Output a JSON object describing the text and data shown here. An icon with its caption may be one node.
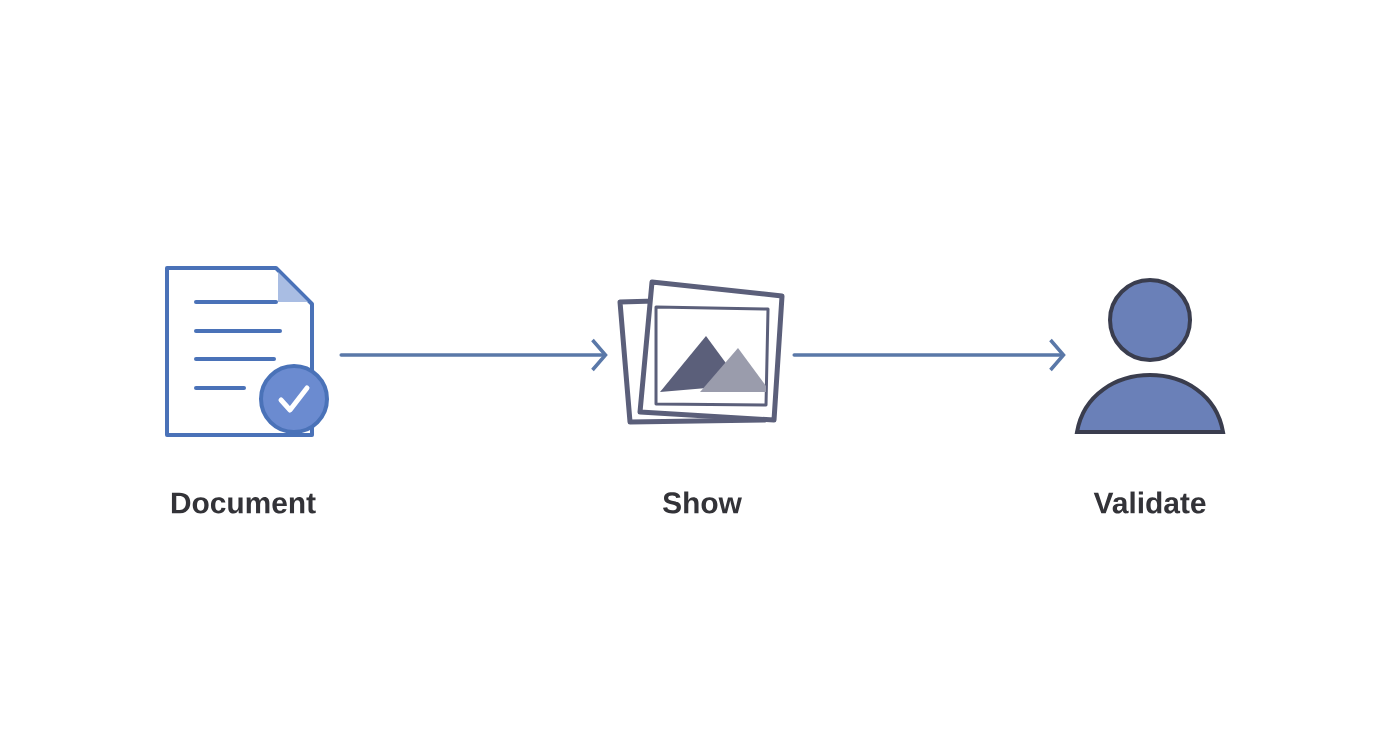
{
  "diagram": {
    "nodes": [
      {
        "text": [
          "Document"
        ]
      },
      {
        "text": [
          "Show"
        ]
      },
      {
        "text": [
          "Validate"
        ]
      }
    ],
    "edges": [
      {
        "from": 0,
        "to": 1,
        "arrow": "to"
      },
      {
        "from": 1,
        "to": 2,
        "arrow": "to"
      }
    ]
  }
}
